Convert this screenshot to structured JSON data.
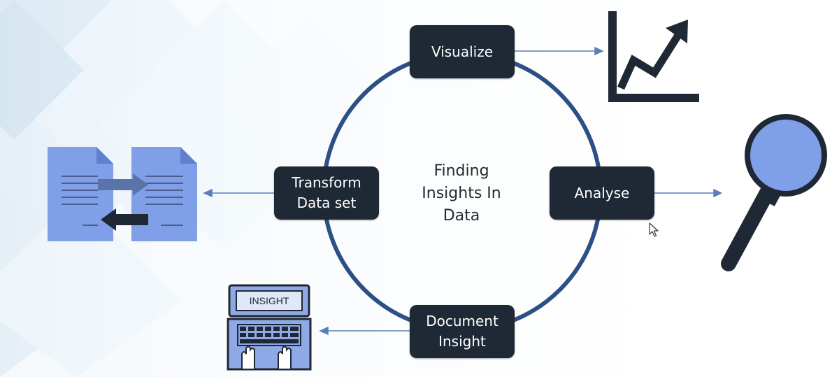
{
  "diagram": {
    "center_label": "Finding\nInsights In\nData",
    "nodes": {
      "visualize": "Visualize",
      "analyse": "Analyse",
      "document": "Document\nInsight",
      "transform": "Transform\nData set"
    },
    "laptop_screen_text": "INSIGHT"
  },
  "colors": {
    "node_fill": "#1f2835",
    "ring": "#2c4f86",
    "connector": "#5a7fb8",
    "icon_dark": "#1f2835",
    "icon_blue": "#7f9fe8"
  },
  "icons": [
    "trend-chart-icon",
    "magnifier-icon",
    "file-transfer-icon",
    "laptop-insight-icon",
    "mouse-cursor-icon"
  ]
}
